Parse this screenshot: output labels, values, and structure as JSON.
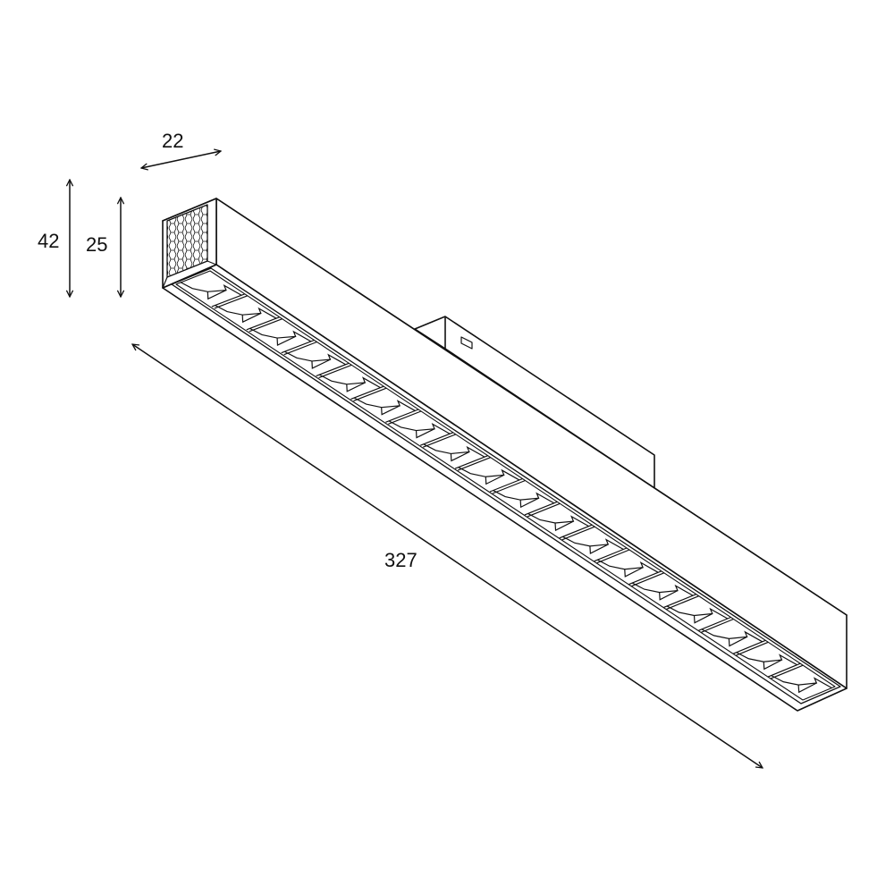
{
  "drawing": {
    "title": "Linear LED track light – dimension drawing",
    "subject": "linear-led-track-luminaire",
    "led_cell_count": 18,
    "line_color": "#111111",
    "background": "#ffffff"
  },
  "dimensions": {
    "width": {
      "label": "22",
      "axis": "depth"
    },
    "total_height": {
      "label": "42",
      "axis": "vertical"
    },
    "body_height": {
      "label": "25",
      "axis": "vertical"
    },
    "length": {
      "label": "327",
      "axis": "length"
    }
  }
}
